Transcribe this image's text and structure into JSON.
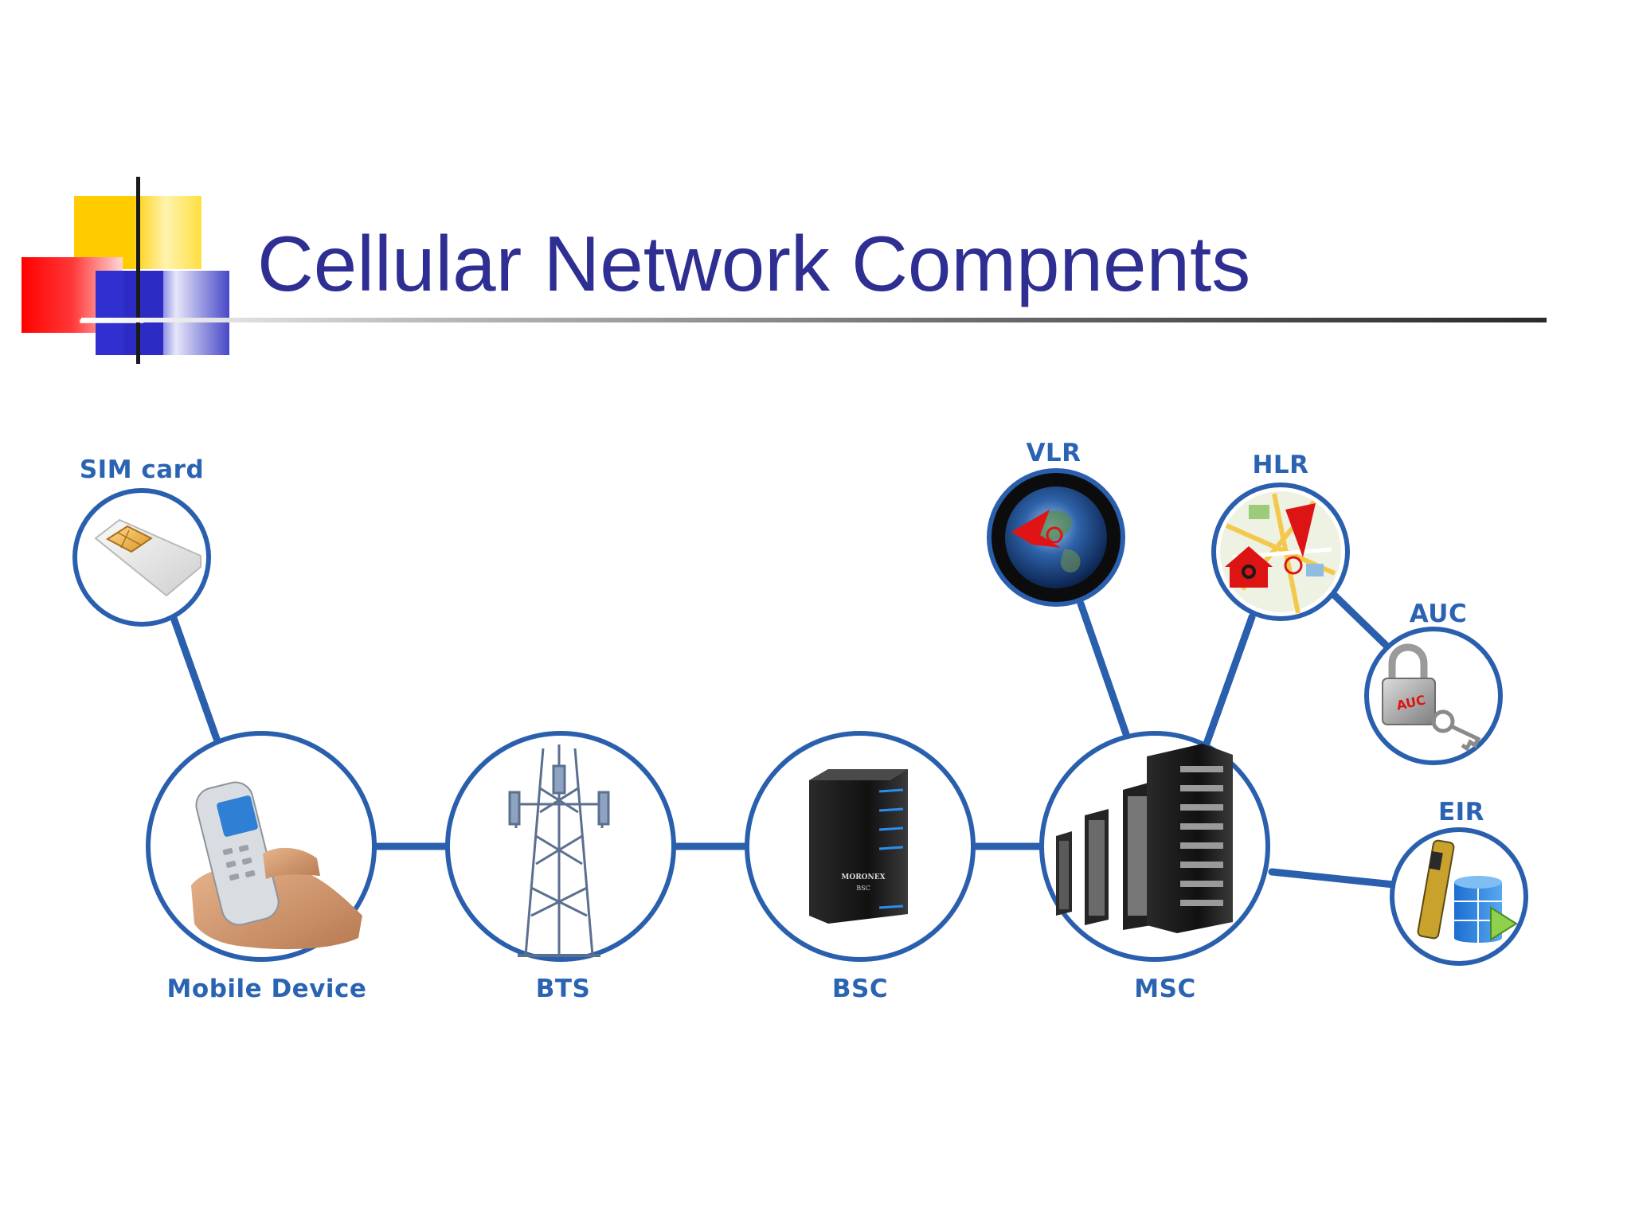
{
  "title": "Cellular Network Compnents",
  "colors": {
    "title": "#2e2e93",
    "link": "#2a5fae",
    "label": "#2b63b3",
    "logo_yellow": "#ffcc00",
    "logo_red": "#ff0000",
    "logo_blue": "#3333cc"
  },
  "nodes": {
    "sim": {
      "label": "SIM card",
      "icon": "sim-card-icon"
    },
    "mobile": {
      "label": "Mobile Device",
      "icon": "phone-in-hand-icon"
    },
    "bts": {
      "label": "BTS",
      "icon": "cell-tower-icon"
    },
    "bsc": {
      "label": "BSC",
      "icon": "server-icon"
    },
    "bsc_server_text": [
      "MORONEX",
      "BSC"
    ],
    "msc": {
      "label": "MSC",
      "icon": "server-rack-icon"
    },
    "vlr": {
      "label": "VLR",
      "icon": "globe-icon"
    },
    "hlr": {
      "label": "HLR",
      "icon": "map-home-icon"
    },
    "auc": {
      "label": "AUC",
      "icon": "padlock-icon"
    },
    "auc_lock_text": "AUC",
    "eir": {
      "label": "EIR",
      "icon": "phone-database-icon"
    }
  }
}
